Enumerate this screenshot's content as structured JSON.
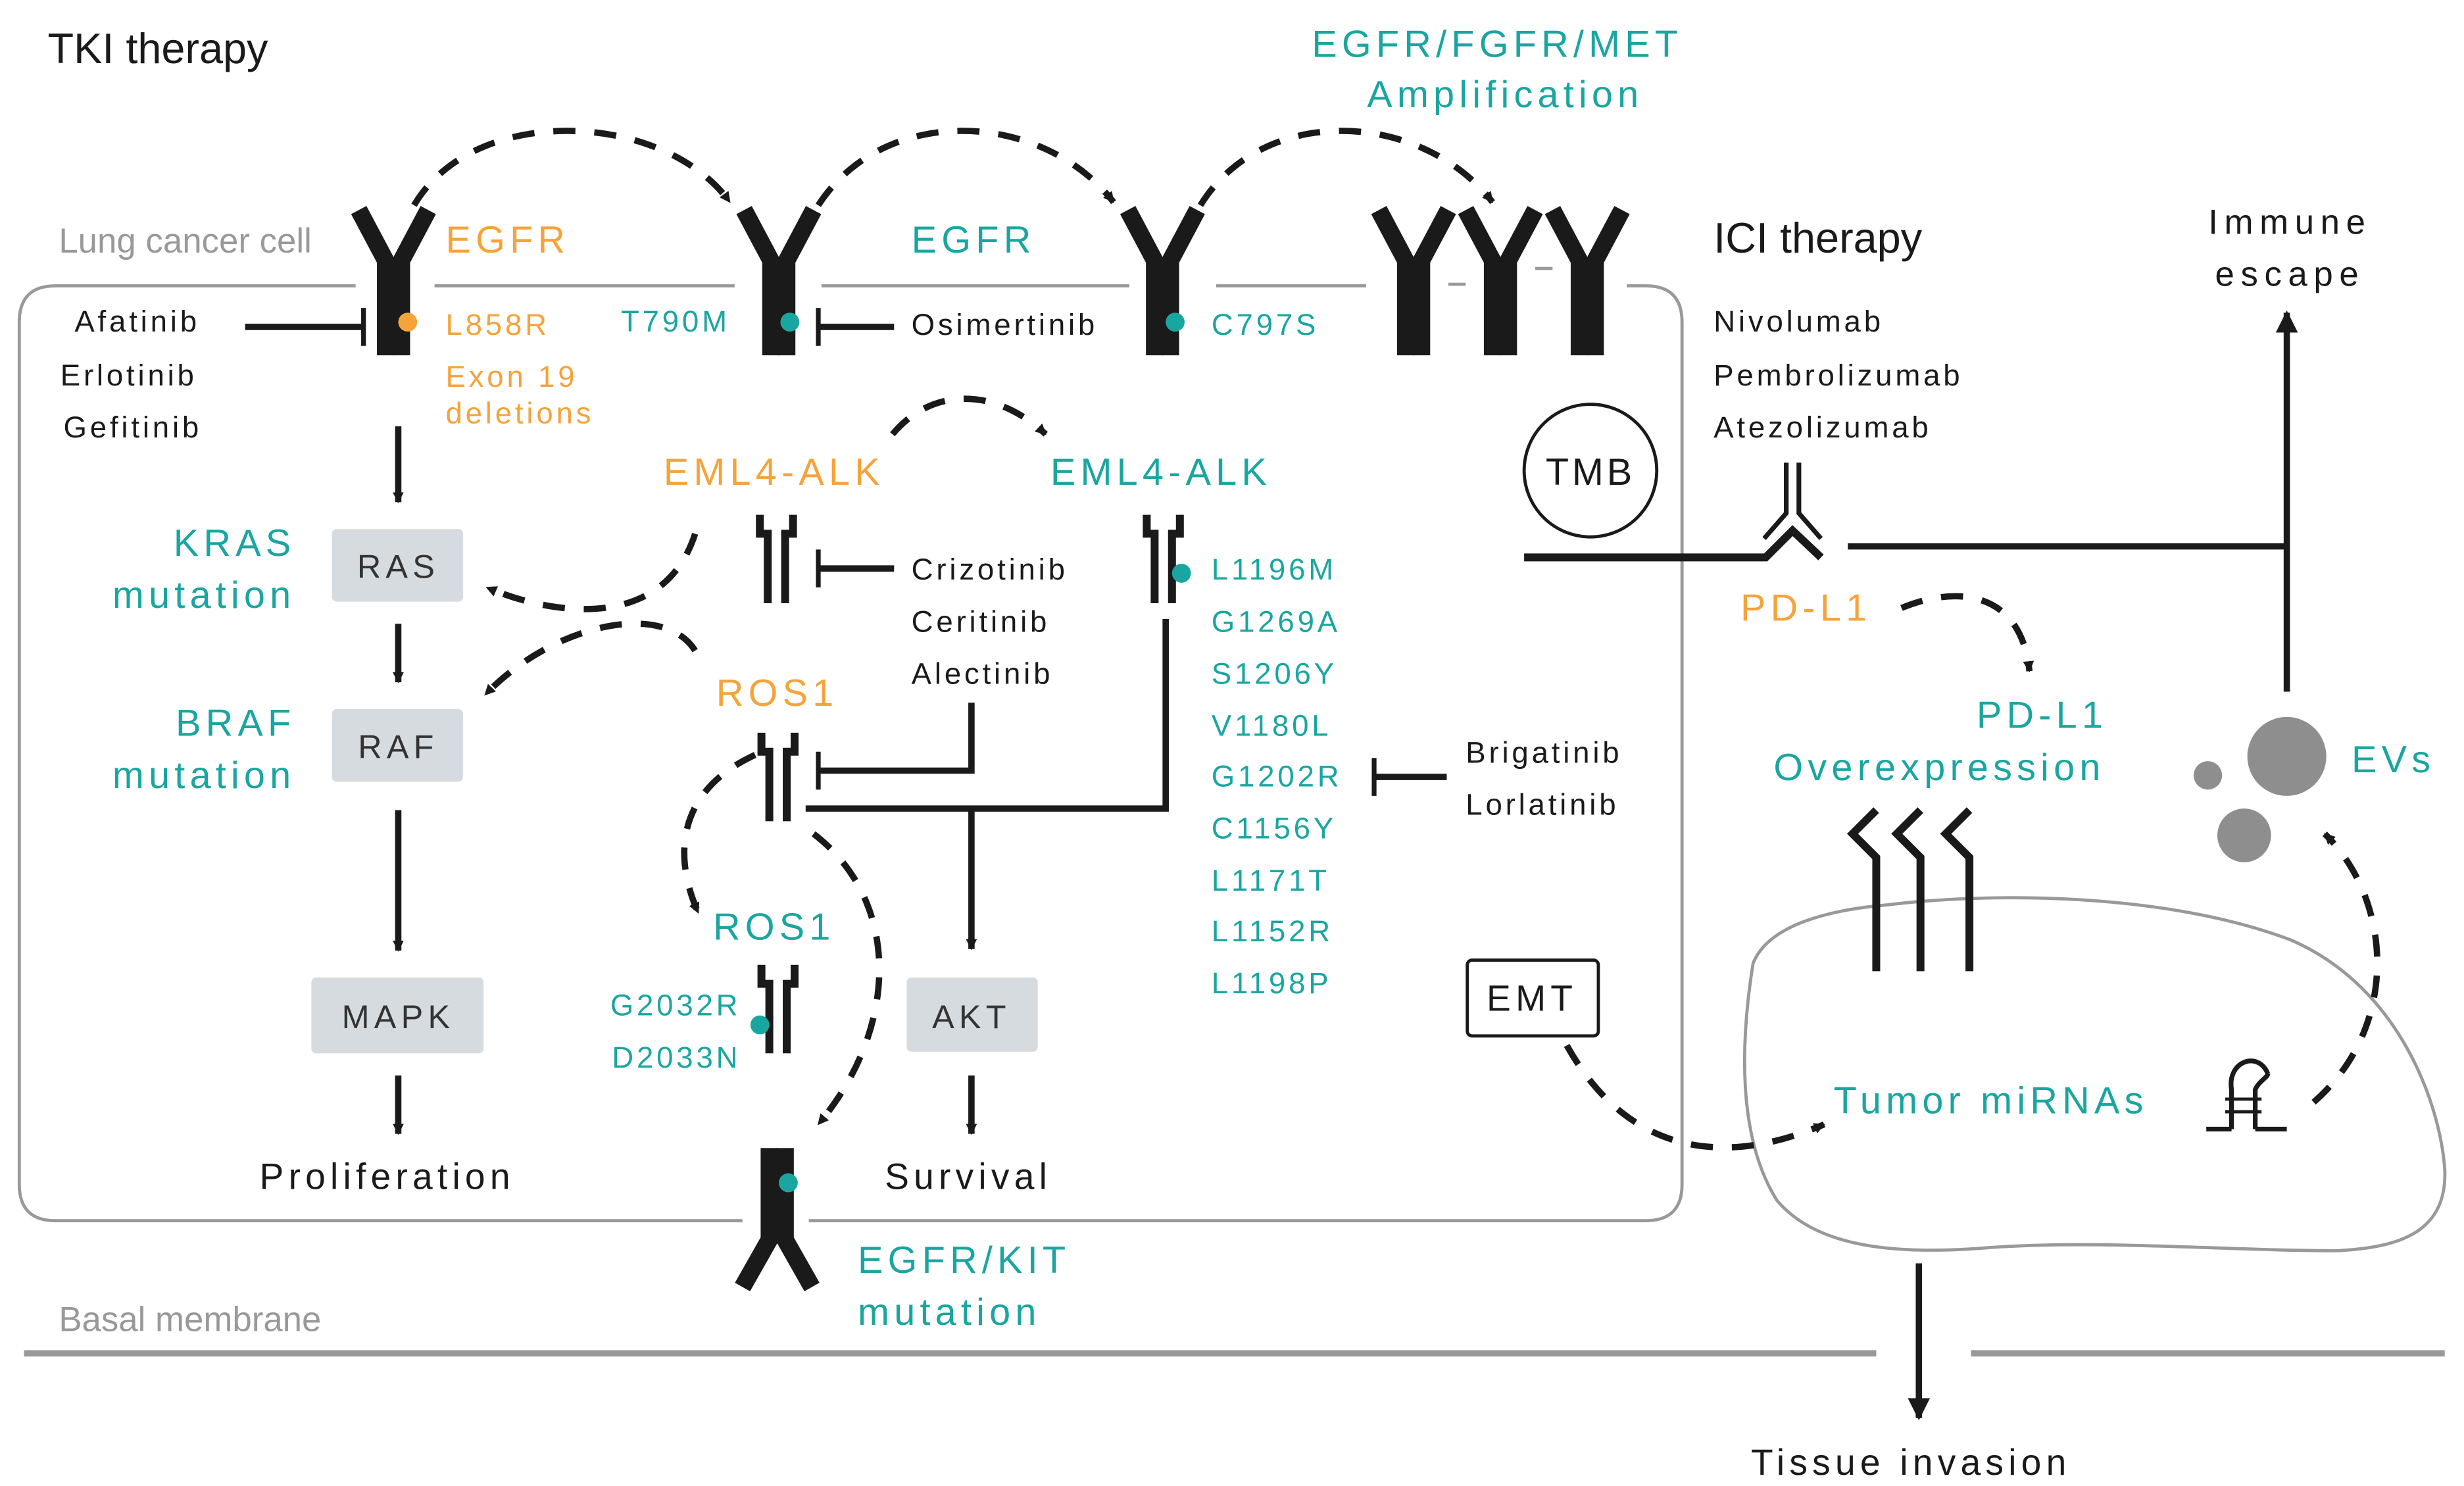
{
  "labels": {
    "tki_therapy": "TKI therapy",
    "ici_therapy": "ICI therapy",
    "lung_cancer_cell": "Lung cancer cell",
    "basal_membrane": "Basal membrane",
    "amplification_1": "EGFR/FGFR/MET",
    "amplification_2": "Amplification",
    "immune_escape_1": "Immune",
    "immune_escape_2": "escape",
    "egfr_orange": "EGFR",
    "egfr_teal": "EGFR",
    "eml4_alk_orange": "EML4-ALK",
    "eml4_alk_teal": "EML4-ALK",
    "ros1_orange": "ROS1",
    "ros1_teal": "ROS1",
    "pdl1_orange": "PD-L1",
    "pdl1_over_1": "PD-L1",
    "pdl1_over_2": "Overexpression",
    "kras_1": "KRAS",
    "kras_2": "mutation",
    "braf_1": "BRAF",
    "braf_2": "mutation",
    "egfr_kit_1": "EGFR/KIT",
    "egfr_kit_2": "mutation",
    "tmb": "TMB",
    "emt": "EMT",
    "evs": "EVs",
    "tumor_mirnas": "Tumor miRNAs",
    "proliferation": "Proliferation",
    "survival": "Survival",
    "tissue_invasion": "Tissue invasion"
  },
  "pathway": {
    "ras": "RAS",
    "raf": "RAF",
    "mapk": "MAPK",
    "akt": "AKT"
  },
  "egfr_mutations": {
    "l858r": "L858R",
    "exon19_1": "Exon 19",
    "exon19_2": "deletions",
    "t790m": "T790M",
    "c797s": "C797S"
  },
  "ros1_mutations": [
    "G2032R",
    "D2033N"
  ],
  "alk_mutations": [
    "L1196M",
    "G1269A",
    "S1206Y",
    "V1180L",
    "G1202R",
    "C1156Y",
    "L1171T",
    "L1152R",
    "L1198P"
  ],
  "drugs": {
    "egfr_first_gen": [
      "Afatinib",
      "Erlotinib",
      "Gefitinib"
    ],
    "osimertinib": "Osimertinib",
    "alk_first_gen": [
      "Crizotinib",
      "Ceritinib",
      "Alectinib"
    ],
    "alk_next_gen": [
      "Brigatinib",
      "Lorlatinib"
    ],
    "ici": [
      "Nivolumab",
      "Pembrolizumab",
      "Atezolizumab"
    ]
  },
  "colors": {
    "orange": "#f5a33a",
    "teal": "#1aa6a0",
    "black": "#1a1a1a",
    "grey": "#999999",
    "box": "#d6dbe0"
  }
}
